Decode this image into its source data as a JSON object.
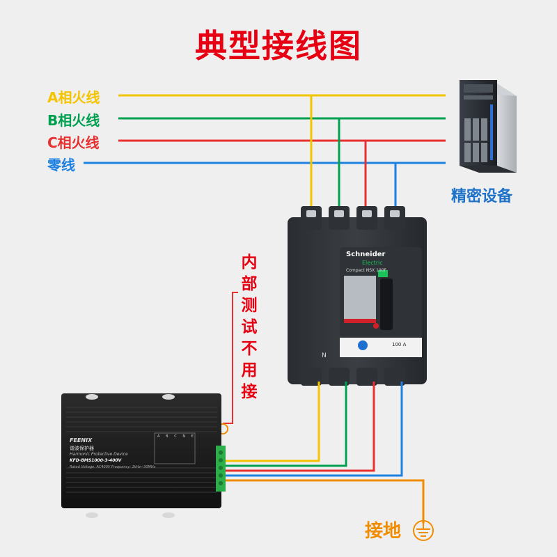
{
  "title": "典型接线图",
  "lines": {
    "a": {
      "label": "A相火线",
      "color": "#f5c400"
    },
    "b": {
      "label": "B相火线",
      "color": "#00a050"
    },
    "c": {
      "label": "C相火线",
      "color": "#e83030"
    },
    "n": {
      "label": "零线",
      "color": "#1e80e0"
    }
  },
  "ground_color": "#f08c00",
  "device_label": "精密设备",
  "internal_note": [
    "内",
    "部",
    "测",
    "试",
    "不",
    "用",
    "接"
  ],
  "ground_label": "接地",
  "breaker": {
    "brand": "Schneider",
    "brand_sub": "Electric",
    "model": "Compact NSX 100F",
    "rating": "100 A",
    "n_mark": "N"
  },
  "protector": {
    "brand": "FEENIX",
    "name_cn": "谐波保护器",
    "name_en": "Harmonic Protective Device",
    "model": "KFD-BMS1000-3-400V",
    "rated": "Rated Voltage: AC400V  Frequency: 1kHz~30MHz",
    "terminals": [
      "A",
      "B",
      "C",
      "N",
      "E"
    ]
  }
}
